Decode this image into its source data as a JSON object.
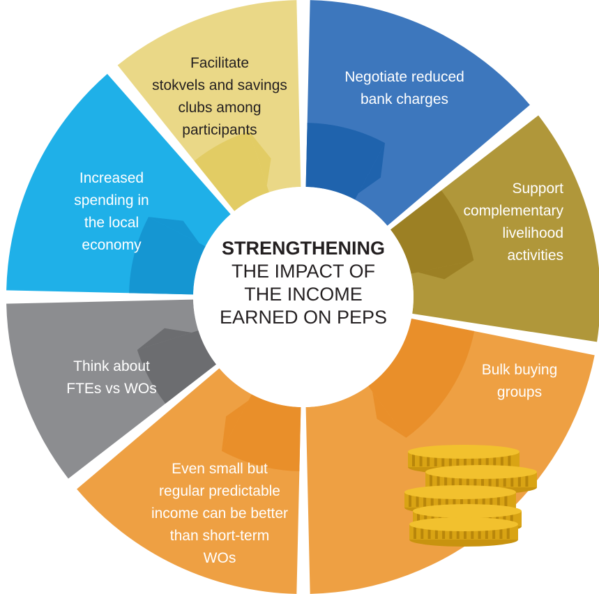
{
  "center": {
    "title_bold": "STRENGTHENING",
    "lines": [
      "THE IMPACT OF",
      "THE INCOME",
      "EARNED ON PEPS"
    ]
  },
  "segments": [
    {
      "id": "negotiate-bank-charges",
      "lines": [
        "Negotiate reduced",
        "bank charges"
      ],
      "color": "#3d77bd",
      "accent": "#1f63ad"
    },
    {
      "id": "complementary-livelihood",
      "lines": [
        "Support",
        "complementary",
        "livelihood",
        "activities"
      ],
      "color": "#b0973a",
      "accent": "#9c8024"
    },
    {
      "id": "bulk-buying",
      "lines": [
        "Bulk buying",
        "groups"
      ],
      "color": "#eea043",
      "accent": "#e98f2a"
    },
    {
      "id": "regular-income",
      "lines": [
        "Even small but",
        "regular predictable",
        "income can be better",
        "than short-term",
        "WOs"
      ],
      "color": "#eea043",
      "accent": "#e98f2a"
    },
    {
      "id": "ftes-vs-wos",
      "lines": [
        "Think about",
        "FTEs vs WOs"
      ],
      "color": "#8c8d90",
      "accent": "#6c6d70"
    },
    {
      "id": "local-spending",
      "lines": [
        "Increased",
        "spending in",
        "the local",
        "economy"
      ],
      "color": "#1fb0e8",
      "accent": "#1596d2"
    },
    {
      "id": "stokvels",
      "lines": [
        "Facilitate",
        "stokvels and savings",
        "clubs among",
        "participants"
      ],
      "color": "#ead887",
      "accent": "#e2cc64"
    }
  ],
  "coin_color": "#f2c12e"
}
